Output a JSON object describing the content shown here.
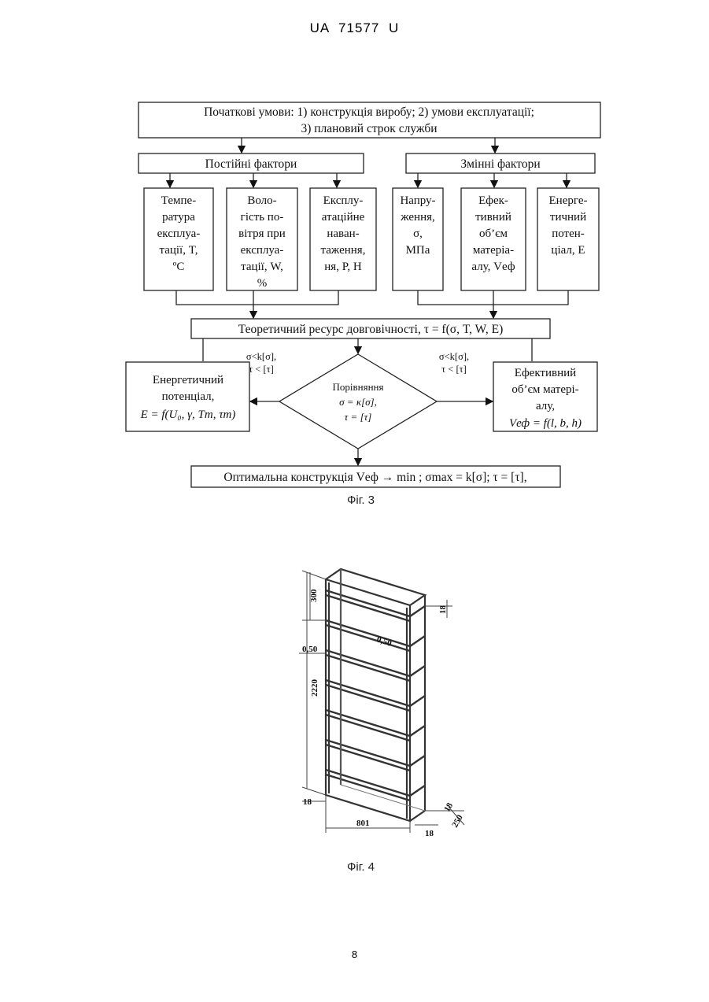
{
  "header": {
    "doc_id": "UA  71577  U"
  },
  "fig3": {
    "caption": "Фіг. 3",
    "initial_conditions": [
      "Початкові умови: 1) конструкція виробу; 2) умови експлуатації;",
      "3) плановий строк служби"
    ],
    "constant_factors": "Постійні фактори",
    "variable_factors": "Змінні фактори",
    "factor_temperature": [
      "Темпе-",
      "ратура",
      "експлуа-",
      "тації, T,",
      "ºС"
    ],
    "factor_humidity": [
      "Воло-",
      "гість по-",
      "вітря при",
      "експлуа-",
      "тації, W,",
      "%"
    ],
    "factor_load": [
      "Експлу-",
      "атаційне",
      "наван-",
      "таження,",
      "ня, P, Н"
    ],
    "factor_stress": [
      "Напру-",
      "ження,",
      "σ,",
      "МПа"
    ],
    "factor_volume": [
      "Ефек-",
      "тивний",
      "об’єм",
      "матеріа-",
      "алу, Vеф"
    ],
    "factor_energy": [
      "Енерге-",
      "тичний",
      "потен-",
      "ціал, E"
    ],
    "resource": "Теоретичний ресурс довговічності, τ = f(σ, T, W, E)",
    "cond_left": [
      "σ<k[σ],",
      "τ < [τ]"
    ],
    "cond_right": [
      "σ<k[σ],",
      "τ < [τ]"
    ],
    "energy_box": [
      "Енергетичний",
      "потенціал,",
      "E = f(U₀, γ, Tm, τm)"
    ],
    "compare": [
      "Порівняння",
      "σ = κ[σ],",
      "τ = [τ]"
    ],
    "volume_box": [
      "Ефективний",
      "об’єм матері-",
      "алу,",
      "Vеф = f(l, b, h)"
    ],
    "optimal": "Оптимальна конструкція Vеф → min ;  σmax = k[σ];    τ = [τ],"
  },
  "fig4": {
    "caption": "Фіг. 4",
    "dim_300": "300",
    "dim_050_left": "0,50",
    "dim_050_mid": "0,50",
    "dim_2220": "2220",
    "dim_18_top": "18",
    "dim_18_left": "18",
    "dim_18_right": "18",
    "dim_801": "801",
    "dim_18_depth": "18",
    "dim_250": "250"
  },
  "page_number": "8"
}
